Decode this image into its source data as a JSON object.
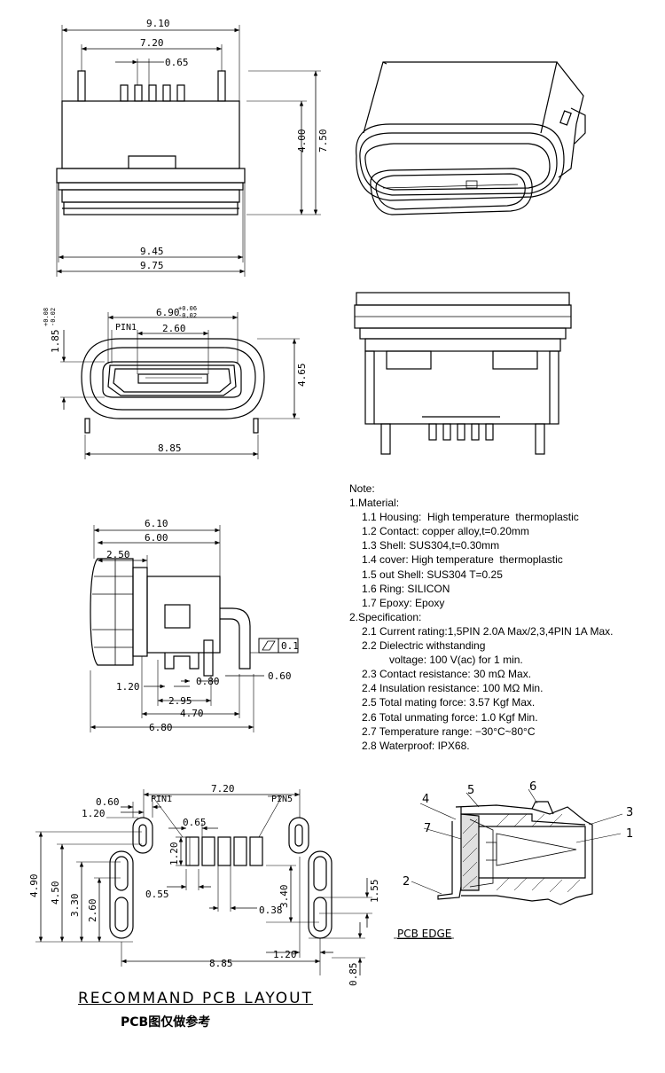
{
  "top_view": {
    "dims": {
      "d910": "9.10",
      "d720": "7.20",
      "d065": "0.65",
      "d400": "4.00",
      "d750": "7.50",
      "d945": "9.45",
      "d975": "9.75"
    }
  },
  "front_view": {
    "pin1": "PIN1",
    "dims": {
      "d690": "6.90",
      "d690_tol_plus": "+0.06",
      "d690_tol_minus": "-0.02",
      "d260": "2.60",
      "d185": "1.85",
      "d185_tol_plus": "+0.08",
      "d185_tol_minus": "-0.02",
      "d465": "4.65",
      "d885": "8.85"
    }
  },
  "side_view": {
    "dims": {
      "d610": "6.10",
      "d600": "6.00",
      "d250": "2.50",
      "d120": "1.20",
      "d080": "0.80",
      "d295": "2.95",
      "d470": "4.70",
      "d680": "6.80",
      "d060": "0.60"
    },
    "flatness": "0.1"
  },
  "notes": {
    "heading": "Note:",
    "material_title": "1.Material:",
    "material": [
      "1.1 Housing:  High temperature  thermoplastic",
      "1.2 Contact: copper alloy,t=0.20mm",
      "1.3 Shell: SUS304,t=0.30mm",
      "1.4 cover: High temperature  thermoplastic",
      "1.5 out Shell: SUS304 T=0.25",
      "1.6 Ring: SILICON",
      "1.7 Epoxy: Epoxy"
    ],
    "spec_title": "2.Specification:",
    "spec": [
      "2.1 Current rating:1,5PIN 2.0A Max/2,3,4PIN 1A Max.",
      "2.2 Dielectric withstanding"
    ],
    "spec_cont": "voltage: 100 V(ac) for 1 min.",
    "spec2": [
      "2.3 Contact resistance: 30 mΩ Max.",
      "2.4 Insulation resistance: 100 MΩ Min.",
      "2.5 Total mating force: 3.57 Kgf Max.",
      "2.6 Total unmating force: 1.0 Kgf Min.",
      "2.7 Temperature range: −30°C~80°C",
      "2.8 Waterproof: IPX68."
    ]
  },
  "pcb_layout": {
    "pin1": "PIN1",
    "pin5": "PIN5",
    "dims": {
      "d720": "7.20",
      "d060": "0.60",
      "d120a": "1.20",
      "d065": "0.65",
      "d120b": "1.20",
      "d490": "4.90",
      "d450": "4.50",
      "d330": "3.30",
      "d260": "2.60",
      "d055": "0.55",
      "d340": "3.40",
      "d038": "0.38",
      "d155": "1.55",
      "d885": "8.85",
      "d120c": "1.20",
      "d085": "0.85"
    },
    "title": "RECOMMAND PCB LAYOUT",
    "note": "PCB图仅做参考"
  },
  "section_view": {
    "callouts": [
      "1",
      "2",
      "3",
      "4",
      "5",
      "6",
      "7"
    ],
    "pcb_edge": "PCB EDGE"
  }
}
